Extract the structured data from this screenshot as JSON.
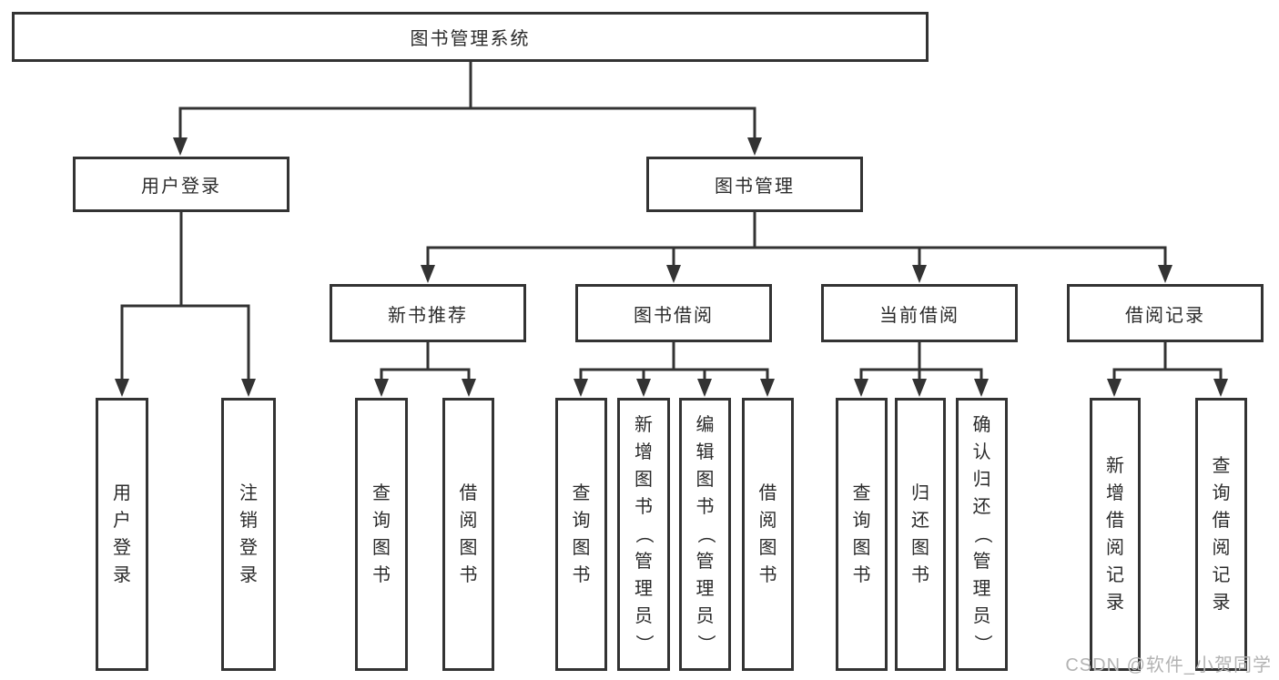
{
  "diagram": {
    "root": "图书管理系统",
    "level2": {
      "user_login": "用户登录",
      "book_mgmt": "图书管理"
    },
    "level3": {
      "new_book_rec": "新书推荐",
      "book_borrow": "图书借阅",
      "current_borrow": "当前借阅",
      "borrow_records": "借阅记录"
    },
    "leaves": {
      "user_login": "用户登录",
      "logout": "注销登录",
      "nbr_query_book": "查询图书",
      "nbr_borrow_book": "借阅图书",
      "bb_query_book": "查询图书",
      "bb_add_book": "新增图书（管理员）",
      "bb_edit_book": "编辑图书（管理员）",
      "bb_borrow_book": "借阅图书",
      "cb_query_book": "查询图书",
      "cb_return_book": "归还图书",
      "cb_confirm_return": "确认归还（管理员）",
      "br_add_record": "新增借阅记录",
      "br_query_record": "查询借阅记录"
    }
  },
  "watermark": "CSDN @软件_小贺同学",
  "colors": {
    "line": "#333333",
    "text": "#2b2b2b",
    "watermark": "#b3b3b3",
    "background": "#ffffff"
  }
}
